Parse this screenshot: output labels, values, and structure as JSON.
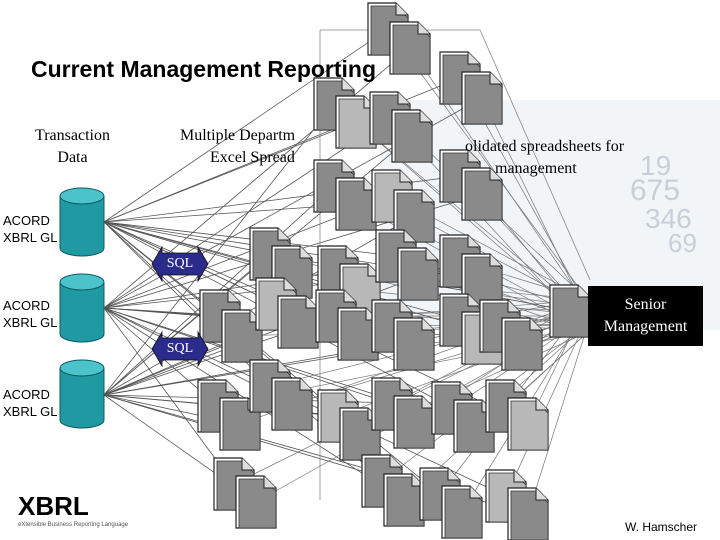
{
  "title": "Current Management Reporting",
  "labels": {
    "transaction_l1": "Transaction",
    "transaction_l2": "Data",
    "dept_l1": "Multiple Departm",
    "dept_l2": "Excel Spread",
    "consol_l1": "olidated spreadsheets for",
    "consol_l2": "management"
  },
  "databases": [
    {
      "l1": "ACORD",
      "l2": "XBRL GL"
    },
    {
      "l1": "ACORD",
      "l2": "XBRL GL"
    },
    {
      "l1": "ACORD",
      "l2": "XBRL GL"
    }
  ],
  "sql_labels": [
    "SQL",
    "SQL"
  ],
  "senior": {
    "l1": "Senior",
    "l2": "Management"
  },
  "author": "W. Hamscher",
  "logo": {
    "word": "XBRL",
    "tagline": "eXtensible Business Reporting Language"
  },
  "colors": {
    "cylinder": "#1f9aa3",
    "arrow": "#2b2b8c",
    "doc": "#8a8a8a",
    "doc_light": "#b8b8b8",
    "senior_bg": "#000000"
  }
}
